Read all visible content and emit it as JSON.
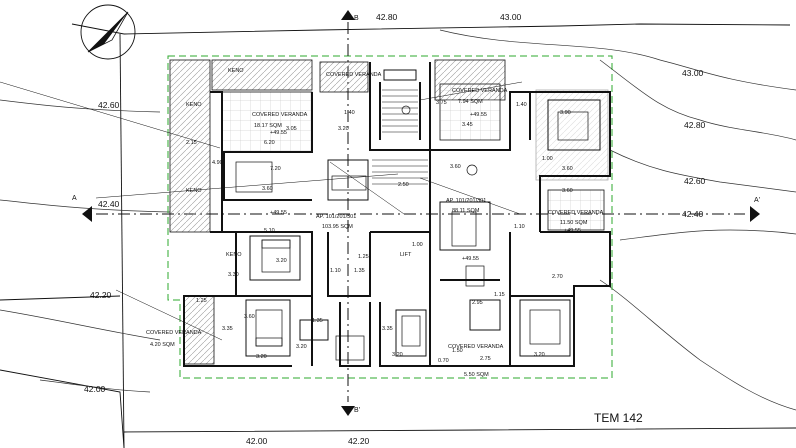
{
  "drawing": {
    "title": "TEM 142",
    "north_arrow_icon": "north-arrow-icon",
    "colors": {
      "walls": "#111111",
      "boundary_dashed": "#2ea82e",
      "contours": "#333333",
      "hatch": "#9a9a9a"
    }
  },
  "sections": {
    "a_left": "A",
    "a_right": "A'",
    "b_top": "B",
    "b_bottom": "B'"
  },
  "levels": {
    "top_1": "42.80",
    "top_2": "43.00",
    "right_1": "43.00",
    "right_2": "42.80",
    "right_3": "42.60",
    "right_4": "42.40",
    "left_1": "42.60",
    "left_2": "42.40",
    "left_3": "42.20",
    "left_4": "42.00",
    "bottom_1": "42.00",
    "bottom_2": "42.20"
  },
  "labels": {
    "keno_1": "KENO",
    "keno_2": "KENO",
    "keno_3": "KENO",
    "keno_4": "KENO",
    "cov_ver_top": "COVERED VERANDA",
    "cov_ver_tl": "COVERED VERANDA",
    "cov_ver_tl_area": "18.17 SQM",
    "cov_ver_tm": "COVERED VERANDA",
    "cov_ver_tm_area": "7.94 SQM",
    "cov_ver_r": "COVERED VERANDA",
    "cov_ver_r_area": "11.50 SQM",
    "cov_ver_l": "COVERED VERANDA",
    "cov_ver_l_area": "4.20 SQM",
    "cov_ver_b": "COVERED VERANDA",
    "apt_left": "AP. 101/201/301",
    "apt_left_area": "103.95 SQM",
    "apt_right": "AP. 101/201/301",
    "apt_right_area": "88.11 SQM",
    "lift": "LIFT",
    "bottom_area": "5.50 SQM"
  },
  "elevations": {
    "e1": "+49.55",
    "e2": "+49.55",
    "e3": "+49.55",
    "e4": "+49.55",
    "e5": "+49.55"
  },
  "dims": {
    "d1": "1.40",
    "d2": "3.75",
    "d3": "1.40",
    "d4": "3.90",
    "d5": "3.60",
    "d6": "3.45",
    "d7": "7.20",
    "d8": "2.50",
    "d9": "3.60",
    "d10": "3.60",
    "d11": "1.10",
    "d12": "3.20",
    "d13": "1.10",
    "d14": "1.25",
    "d15": "2.70",
    "d16": "2.95",
    "d17": "3.60",
    "d18": "1.25",
    "d19": "1.35",
    "d20": "3.20",
    "d21": "3.20",
    "d22": "2.75",
    "d23": "3.20",
    "d24": "0.70",
    "d25": "4.90",
    "d26": "6.20",
    "d27": "5.10",
    "d28": "2.15",
    "d29": "3.05",
    "d30": "3.20",
    "d31": "1.00",
    "d32": "3.30",
    "d33": "3.35",
    "d34": "3.35",
    "d35": "1.50",
    "d36": "3.20",
    "d37": "1.15",
    "d38": "3.60",
    "d39": "1.35",
    "d40": "1.00"
  }
}
